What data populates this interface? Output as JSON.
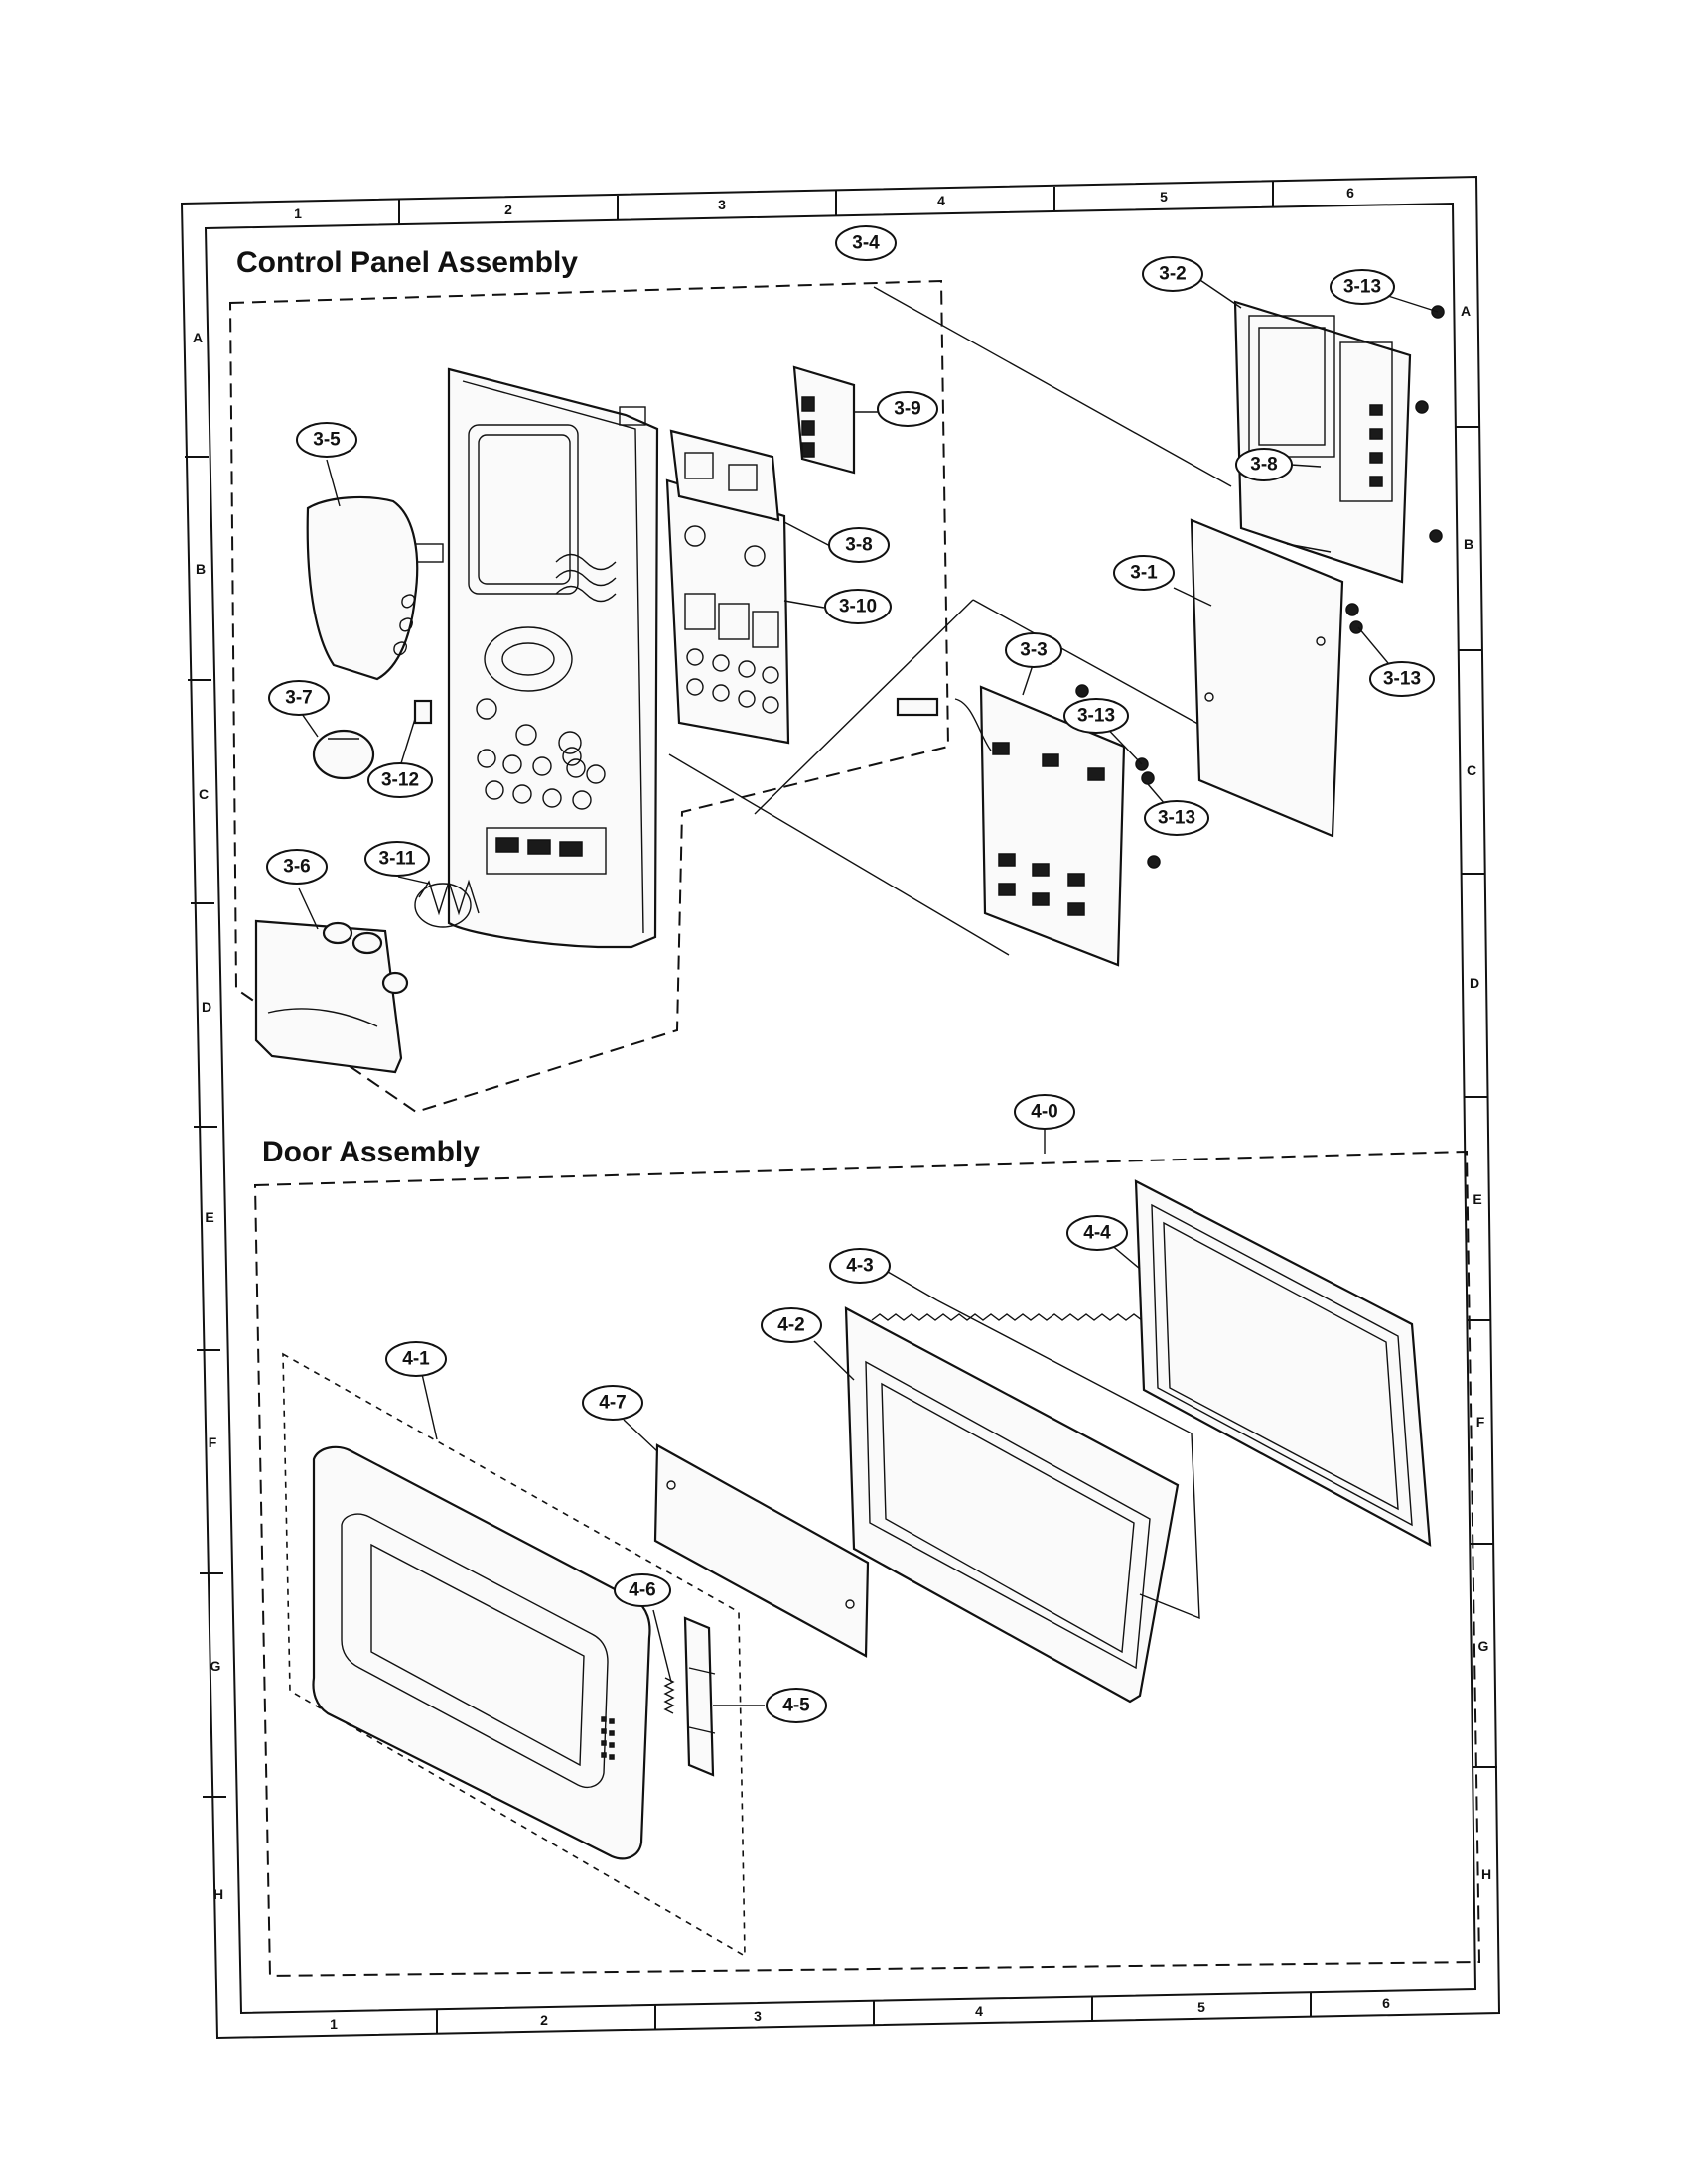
{
  "sections": {
    "control_panel_title": "Control Panel Assembly",
    "door_title": "Door Assembly"
  },
  "grid": {
    "columns_top": [
      "1",
      "2",
      "3",
      "4",
      "5",
      "6"
    ],
    "columns_bottom": [
      "1",
      "2",
      "3",
      "4",
      "5",
      "6"
    ],
    "rows_left": [
      "A",
      "B",
      "C",
      "D",
      "E",
      "F",
      "G",
      "H"
    ],
    "rows_right": [
      "A",
      "B",
      "C",
      "D",
      "E",
      "F",
      "G",
      "H"
    ]
  },
  "callouts": [
    {
      "id": "c-3-4",
      "label": "3-4"
    },
    {
      "id": "c-3-2",
      "label": "3-2"
    },
    {
      "id": "c-3-13a",
      "label": "3-13"
    },
    {
      "id": "c-3-9",
      "label": "3-9"
    },
    {
      "id": "c-3-5",
      "label": "3-5"
    },
    {
      "id": "c-3-8a",
      "label": "3-8"
    },
    {
      "id": "c-3-8b",
      "label": "3-8"
    },
    {
      "id": "c-3-1",
      "label": "3-1"
    },
    {
      "id": "c-3-10",
      "label": "3-10"
    },
    {
      "id": "c-3-13b",
      "label": "3-13"
    },
    {
      "id": "c-3-3",
      "label": "3-3"
    },
    {
      "id": "c-3-7",
      "label": "3-7"
    },
    {
      "id": "c-3-13c",
      "label": "3-13"
    },
    {
      "id": "c-3-12",
      "label": "3-12"
    },
    {
      "id": "c-3-13d",
      "label": "3-13"
    },
    {
      "id": "c-3-6",
      "label": "3-6"
    },
    {
      "id": "c-3-11",
      "label": "3-11"
    },
    {
      "id": "c-4-0",
      "label": "4-0"
    },
    {
      "id": "c-4-4",
      "label": "4-4"
    },
    {
      "id": "c-4-3",
      "label": "4-3"
    },
    {
      "id": "c-4-2",
      "label": "4-2"
    },
    {
      "id": "c-4-1",
      "label": "4-1"
    },
    {
      "id": "c-4-7",
      "label": "4-7"
    },
    {
      "id": "c-4-6",
      "label": "4-6"
    },
    {
      "id": "c-4-5",
      "label": "4-5"
    }
  ]
}
